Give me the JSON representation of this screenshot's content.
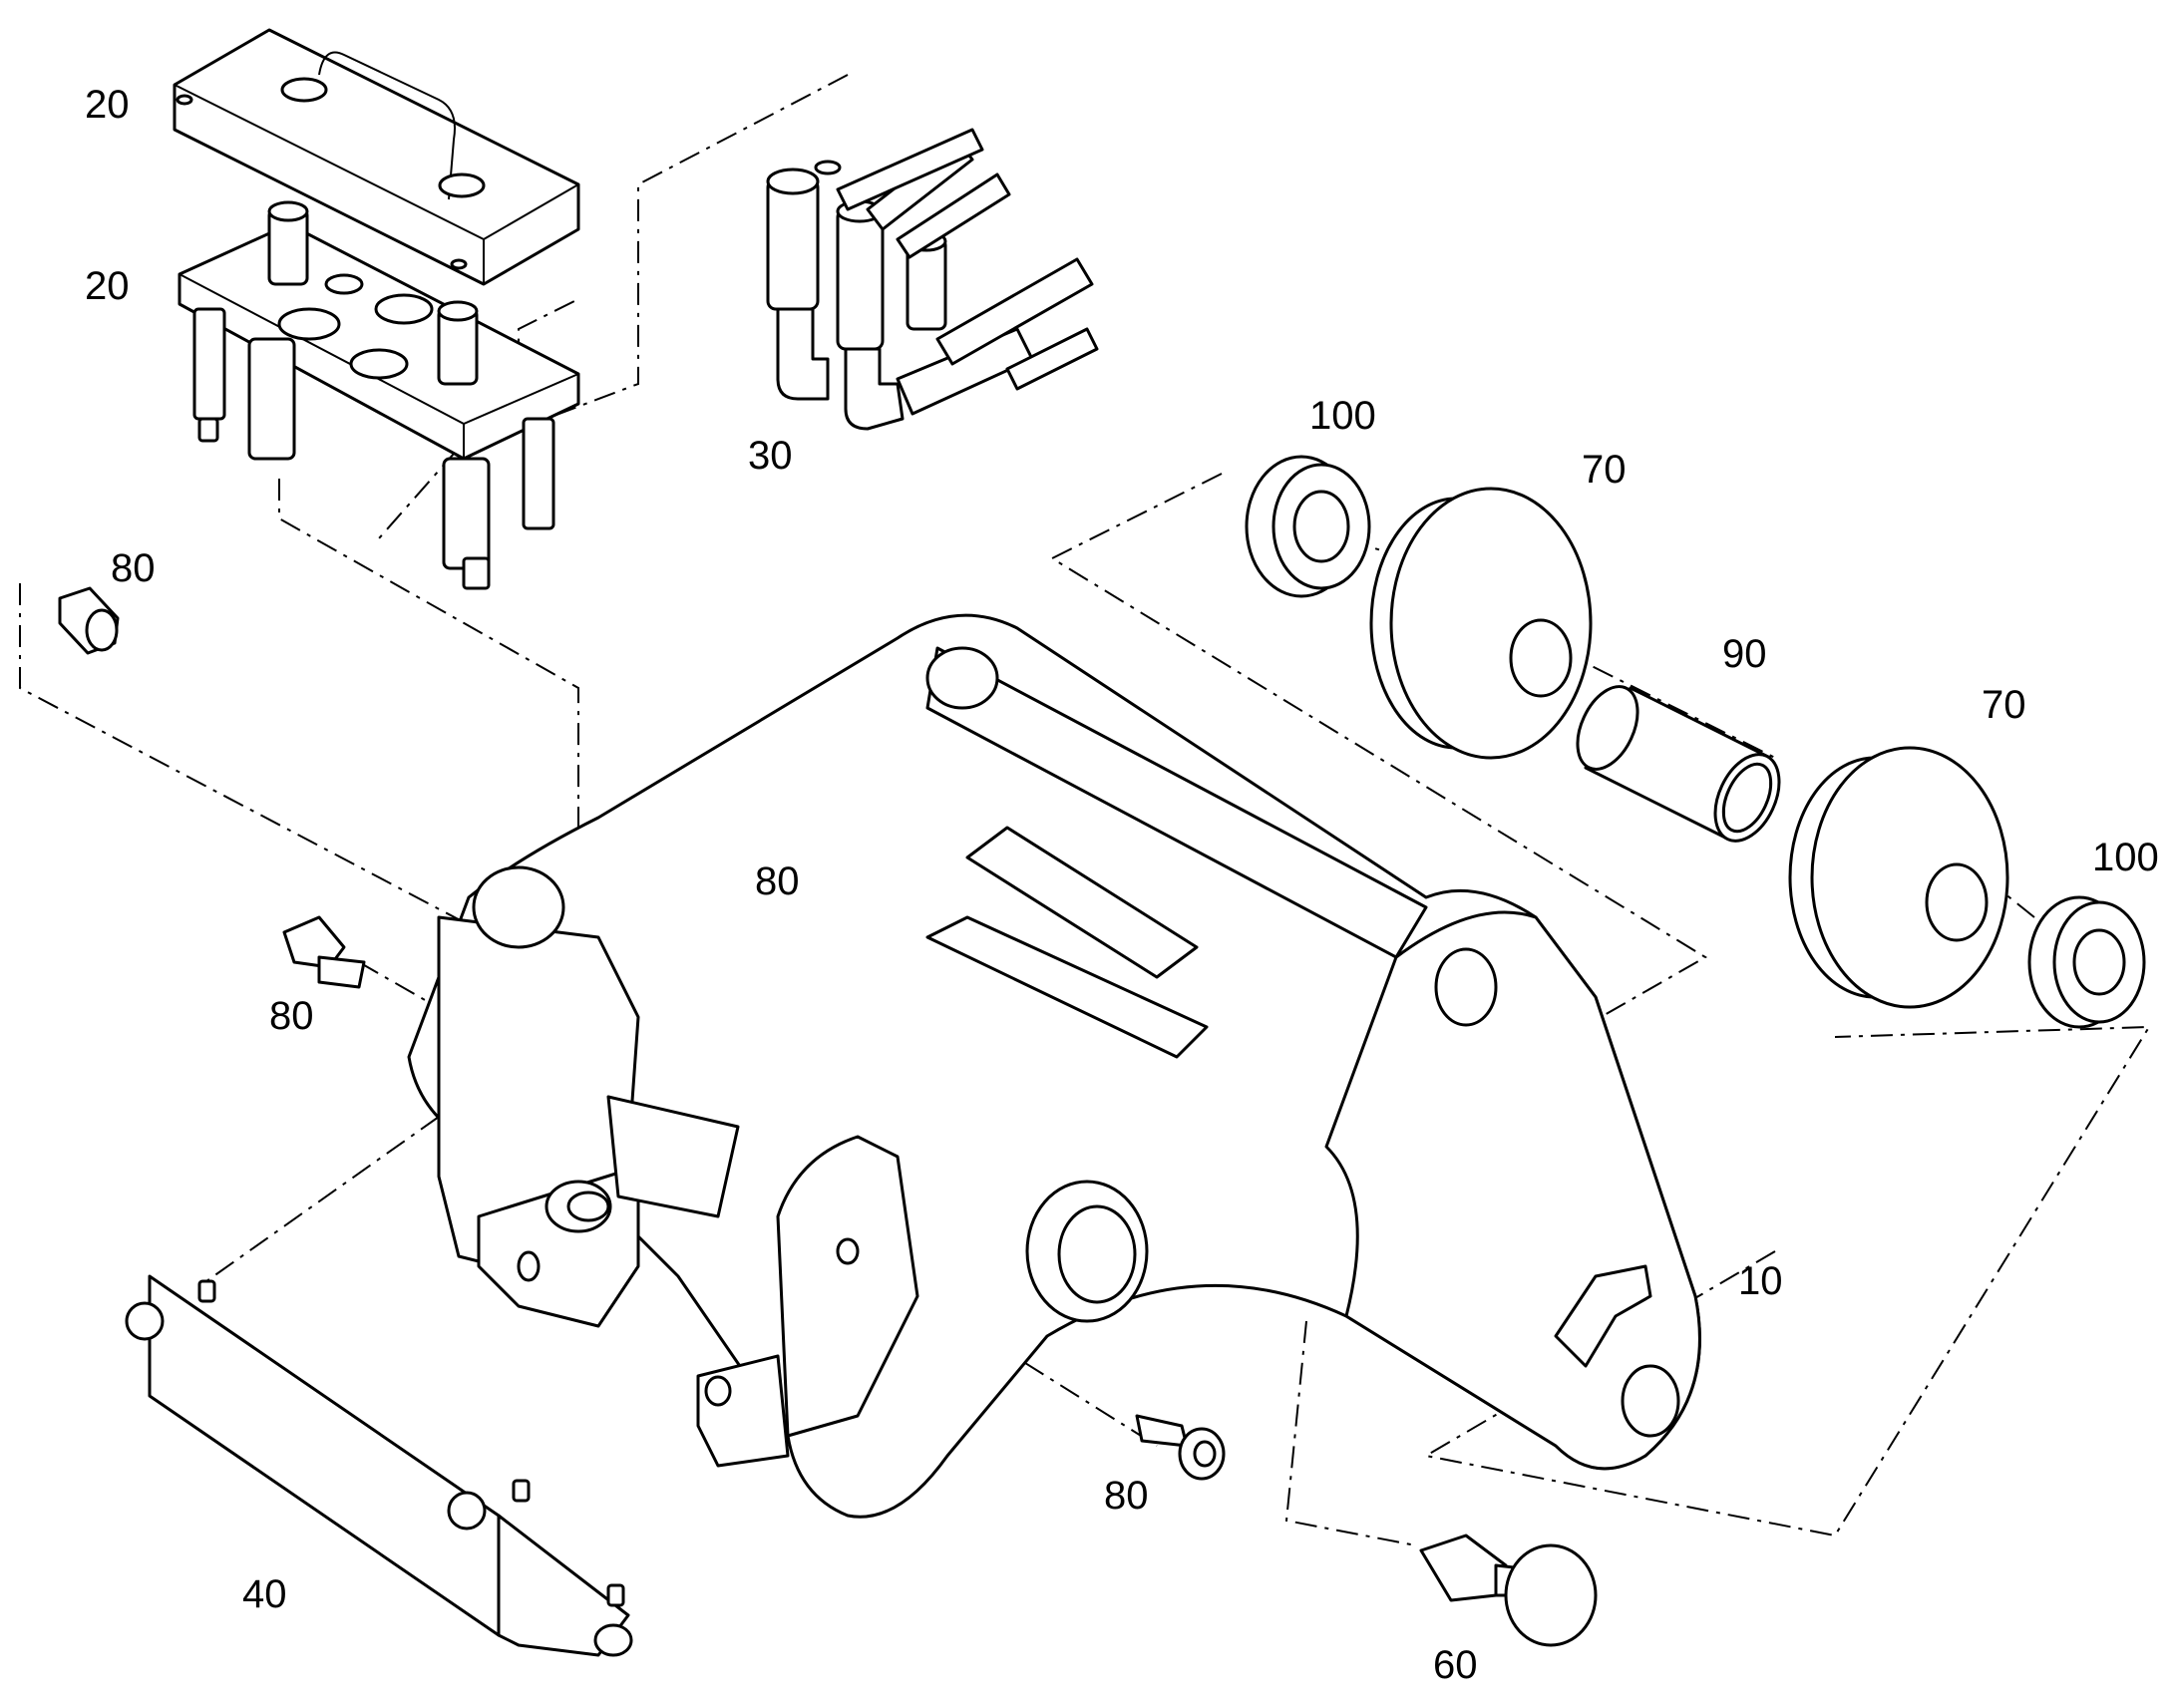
{
  "figure": {
    "kind": "exploded-parts-diagram"
  },
  "callouts": [
    {
      "id": "c20a",
      "label": "20"
    },
    {
      "id": "c20b",
      "label": "20"
    },
    {
      "id": "c30",
      "label": "30"
    },
    {
      "id": "c100a",
      "label": "100"
    },
    {
      "id": "c70a",
      "label": "70"
    },
    {
      "id": "c90",
      "label": "90"
    },
    {
      "id": "c70b",
      "label": "70"
    },
    {
      "id": "c100b",
      "label": "100"
    },
    {
      "id": "c80a",
      "label": "80"
    },
    {
      "id": "c80b",
      "label": "80"
    },
    {
      "id": "c80c",
      "label": "80"
    },
    {
      "id": "c80d",
      "label": "80"
    },
    {
      "id": "c10",
      "label": "10"
    },
    {
      "id": "c40",
      "label": "40"
    },
    {
      "id": "c60",
      "label": "60"
    }
  ]
}
